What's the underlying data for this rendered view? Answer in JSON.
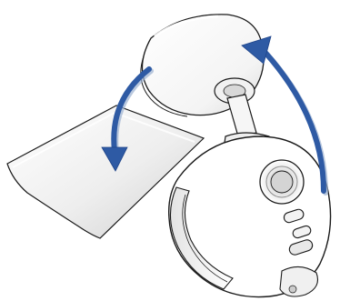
{
  "figure": {
    "subject": "camera-mount-rotation",
    "icons": [
      "adhesive-pad",
      "camera-head",
      "camera-base",
      "rotate-arrow-down",
      "rotate-arrow-up"
    ]
  },
  "colors": {
    "arrow": "#2e5aa4",
    "arrow_shadow": "#9bb0d0",
    "outline": "#1a1a1a",
    "pad_light": "#f7f7f7",
    "pad_mid": "#d9d9d9",
    "body": "#ffffff",
    "lens_ring": "#c9c9c9"
  }
}
